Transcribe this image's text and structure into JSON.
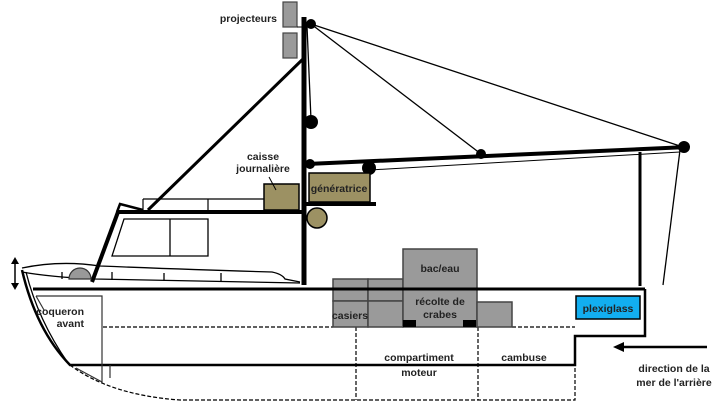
{
  "diagram": {
    "title": "Schéma d'un bateau de pêche au crabe (vue latérale)",
    "labels": {
      "projecteurs": "projecteurs",
      "caisse_line1": "caisse",
      "caisse_line2": "journalière",
      "generatrice": "génératrice",
      "bac_eau": "bac/eau",
      "recolte_line1": "récolte de",
      "recolte_line2": "crabes",
      "casiers": "casiers",
      "plexiglass": "plexiglass",
      "coqueron_line1": "coqueron",
      "coqueron_line2": "avant",
      "compartiment_line1": "compartiment",
      "compartiment_line2": "moteur",
      "cambuse": "cambuse",
      "direction_line1": "direction de la",
      "direction_line2": "mer de l'arrière"
    },
    "colors": {
      "olive": "#9c9163",
      "crate_gray": "#9a9a9a",
      "plexiglass_blue": "#12aef0",
      "light_gray": "#999999"
    }
  }
}
